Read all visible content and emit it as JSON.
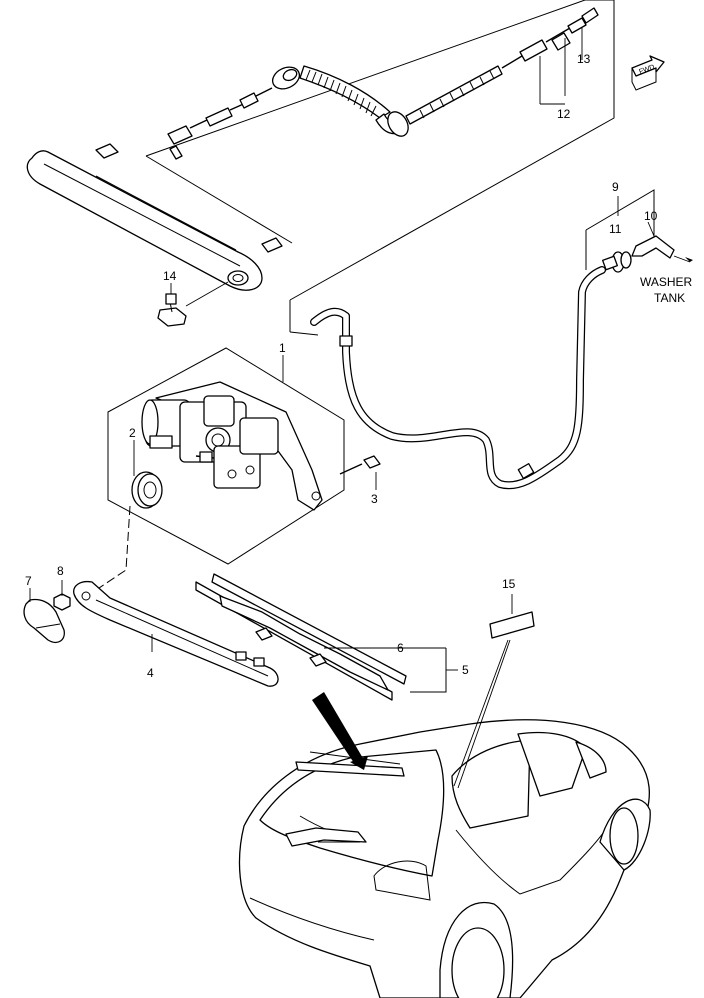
{
  "callouts": [
    {
      "id": "c1",
      "label": "1"
    },
    {
      "id": "c2",
      "label": "2"
    },
    {
      "id": "c3",
      "label": "3"
    },
    {
      "id": "c4",
      "label": "4"
    },
    {
      "id": "c5",
      "label": "5"
    },
    {
      "id": "c6",
      "label": "6"
    },
    {
      "id": "c7",
      "label": "7"
    },
    {
      "id": "c8",
      "label": "8"
    },
    {
      "id": "c9",
      "label": "9"
    },
    {
      "id": "c10",
      "label": "10"
    },
    {
      "id": "c11",
      "label": "11"
    },
    {
      "id": "c12",
      "label": "12"
    },
    {
      "id": "c13",
      "label": "13"
    },
    {
      "id": "c14",
      "label": "14"
    },
    {
      "id": "c15",
      "label": "15"
    }
  ],
  "notes": {
    "washer_line1": "WASHER",
    "washer_line2": "TANK",
    "fwd_label": "FWD"
  }
}
